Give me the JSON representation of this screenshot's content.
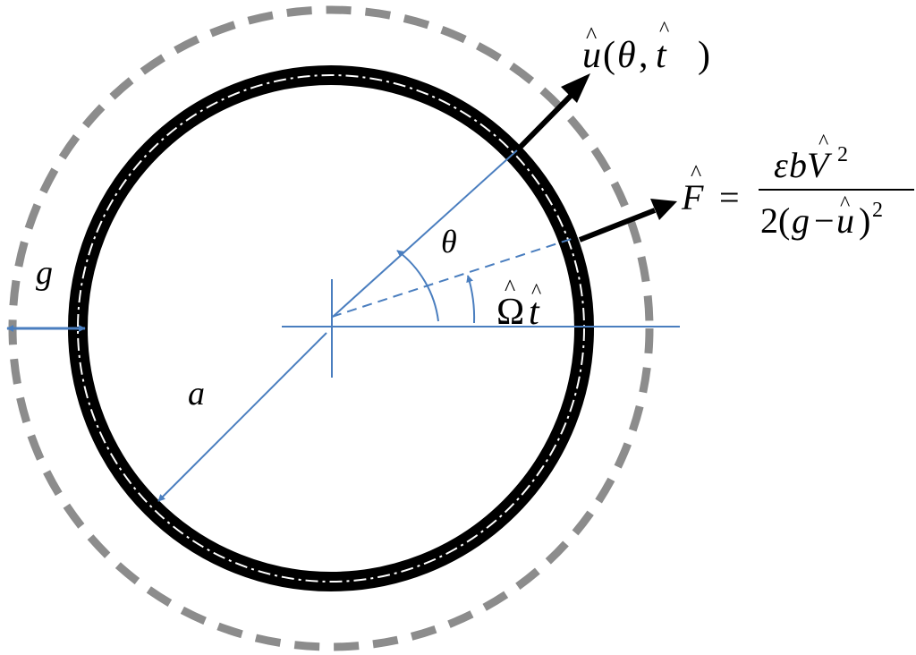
{
  "labels": {
    "gap": "g",
    "radius": "a",
    "angle_theta": "θ",
    "omega_symbol": "Ω",
    "omega_time": "t",
    "hat": "^",
    "displacement": {
      "symbol": "u",
      "open_paren": "(",
      "theta": "θ",
      "comma": ",",
      "time": "t",
      "close_paren": ")"
    },
    "force": {
      "symbol": "F",
      "equals": "=",
      "numerator": {
        "epsilon": "ε",
        "b": "b",
        "V": "V",
        "exponent": "2"
      },
      "denominator": {
        "two": "2",
        "open_paren": "(",
        "g": "g",
        "minus": "−",
        "u": "u",
        "close_paren": ")",
        "exponent": "2"
      }
    }
  },
  "colors": {
    "ring": "#000000",
    "ring_midline": "#ffffff",
    "outer_boundary": "#8c8c8c",
    "construction_lines": "#4a7ebf",
    "vector_arrows": "#000000"
  }
}
